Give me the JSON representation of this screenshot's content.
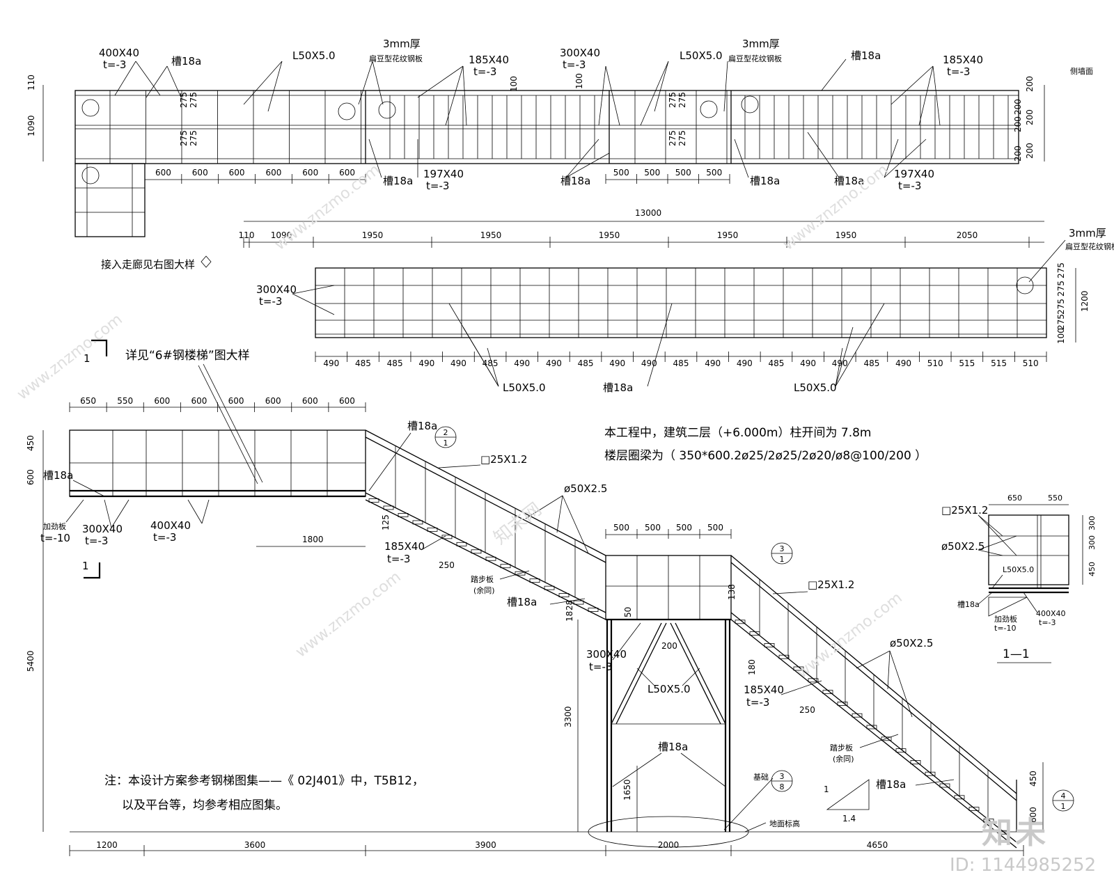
{
  "plan_top": {
    "top_labels": [
      "400X40",
      "t=-3",
      "槽18a",
      "L50X5.0",
      "3mm厚",
      "扁豆型花纹钢板",
      "185X40",
      "t=-3",
      "300X40",
      "t=-3",
      "L50X5.0",
      "3mm厚",
      "扁豆型花纹钢板",
      "槽18a",
      "185X40",
      "t=-3",
      "侧墙面"
    ],
    "bottom_labels": [
      "槽18a",
      "197X40",
      "t=-3",
      "槽18a",
      "槽18a",
      "槽18a",
      "197X40",
      "t=-3"
    ],
    "left_dims": [
      "110",
      "1090"
    ],
    "inner_dims": [
      "275",
      "275",
      "275",
      "275"
    ],
    "right_inner_dims": [
      "275",
      "275",
      "275",
      "275"
    ],
    "right_dims": [
      "200",
      "200",
      "200",
      "200",
      "200",
      "200"
    ],
    "mid_marks": [
      "100",
      "100"
    ],
    "bottom_dims_left": [
      "600",
      "600",
      "600",
      "600",
      "600",
      "600"
    ],
    "bottom_dims_mid": [
      "500",
      "500",
      "500",
      "500"
    ],
    "note": "接入走廊见右图大样"
  },
  "plan_mid": {
    "total": "13000",
    "dims_top": [
      "110",
      "1090",
      "1950",
      "1950",
      "1950",
      "1950",
      "1950",
      "2050"
    ],
    "dims_bottom": [
      "490",
      "485",
      "485",
      "490",
      "490",
      "485",
      "490",
      "490",
      "485",
      "490",
      "490",
      "485",
      "490",
      "490",
      "485",
      "490",
      "490",
      "485",
      "490",
      "510",
      "515",
      "515",
      "510"
    ],
    "right_dims": [
      "275",
      "275",
      "275",
      "275",
      "100"
    ],
    "right_total": "1200",
    "labels": [
      "300X40",
      "t=-3",
      "3mm厚",
      "扁豆型花纹钢板",
      "L50X5.0",
      "槽18a",
      "L50X5.0"
    ]
  },
  "elevation": {
    "section_mark": "1",
    "detail_note": "详见“6#钢楼梯”图大样",
    "top_dims": [
      "650",
      "550",
      "600",
      "600",
      "600",
      "600",
      "600",
      "600"
    ],
    "left_dims": [
      "450",
      "600",
      "5400"
    ],
    "labels_left": [
      "槽18a",
      "加劲板",
      "t=-10",
      "300X40",
      "t=-3",
      "400X40",
      "t=-3",
      "1800"
    ],
    "flight1_labels": [
      "槽18a",
      "□25X1.2",
      "ø50X2.5",
      "125",
      "185X40",
      "t=-3",
      "250",
      "踏步板",
      "(余同)",
      "槽18a",
      "18",
      "28",
      "50"
    ],
    "landing_dims": [
      "500",
      "500",
      "500",
      "500"
    ],
    "landing_labels": [
      "300X40",
      "t=-3",
      "200",
      "L50X5.0",
      "3300",
      "槽18a",
      "1650",
      "基础",
      "地面标高"
    ],
    "flight2_labels": [
      "138",
      "□25X1.2",
      "ø50X2.5",
      "180",
      "185X40",
      "t=-3",
      "250",
      "踏步板",
      "(余同)",
      "槽18a",
      "450",
      "600"
    ],
    "bottom_dims": [
      "1200",
      "3600",
      "3900",
      "2000",
      "4650"
    ],
    "callouts": [
      {
        "top": "2",
        "bottom": "1"
      },
      {
        "top": "3",
        "bottom": "1"
      },
      {
        "top": "3",
        "bottom": "8"
      },
      {
        "top": "4",
        "bottom": "1"
      }
    ],
    "project_note_1": "本工程中，建筑二层（+6.000m）柱开间为 7.8m",
    "project_note_2": "楼层圈梁为（ 350*600.2ø25/2ø25/2ø20/ø8@100/200 ）",
    "design_note_1": "注：本设计方案参考钢梯图集——《 02J401》中，T5B12，",
    "design_note_2": "以及平台等，均参考相应图集。",
    "slope_1": "1",
    "slope_2": "1.4"
  },
  "section_11": {
    "title": "1—1",
    "top_dims": [
      "650",
      "550"
    ],
    "right_dims": [
      "300",
      "300",
      "450"
    ],
    "labels": [
      "□25X1.2",
      "ø50X2.5",
      "L50X5.0",
      "槽18a",
      "加劲板",
      "t=-10",
      "400X40",
      "t=-3"
    ]
  },
  "watermarks": {
    "logo": "知未",
    "id": "ID: 1144985252",
    "site": "www.znzmo.com",
    "site_cn": "知末网"
  }
}
